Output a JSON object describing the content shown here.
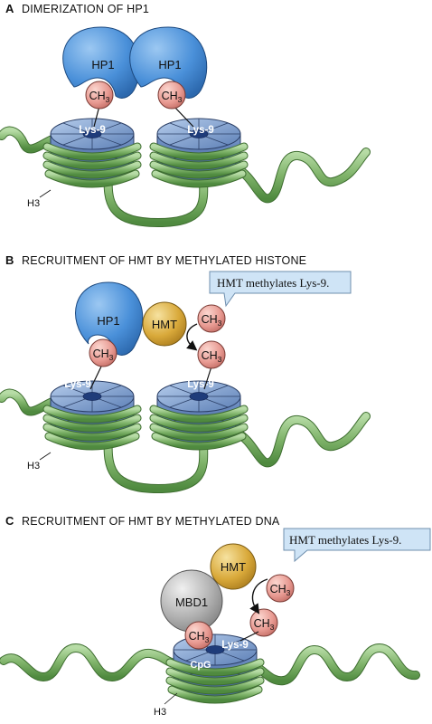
{
  "panels": {
    "a": {
      "letter": "A",
      "title": "DIMERIZATION OF HP1"
    },
    "b": {
      "letter": "B",
      "title": "RECRUITMENT OF HMT BY METHYLATED HISTONE"
    },
    "c": {
      "letter": "C",
      "title": "RECRUITMENT OF HMT BY METHYLATED DNA"
    }
  },
  "labels": {
    "hp1": "HP1",
    "hmt": "HMT",
    "mbd1": "MBD1",
    "lys9": "Lys-9",
    "h3": "H3",
    "ch3_base": "CH",
    "ch3_sub": "3",
    "cpg": "CpG",
    "callout": "HMT methylates Lys-9."
  },
  "colors": {
    "hp1_blue": "#4a90d9",
    "hmt_gold": "#d9a93a",
    "mbd1_gray": "#a8a8a8",
    "ch3_pink": "#e89a92",
    "nucleosome_blue": "#6b8fc4",
    "dna_green": "#7fb36a",
    "callout_fill": "#cfe4f6"
  }
}
